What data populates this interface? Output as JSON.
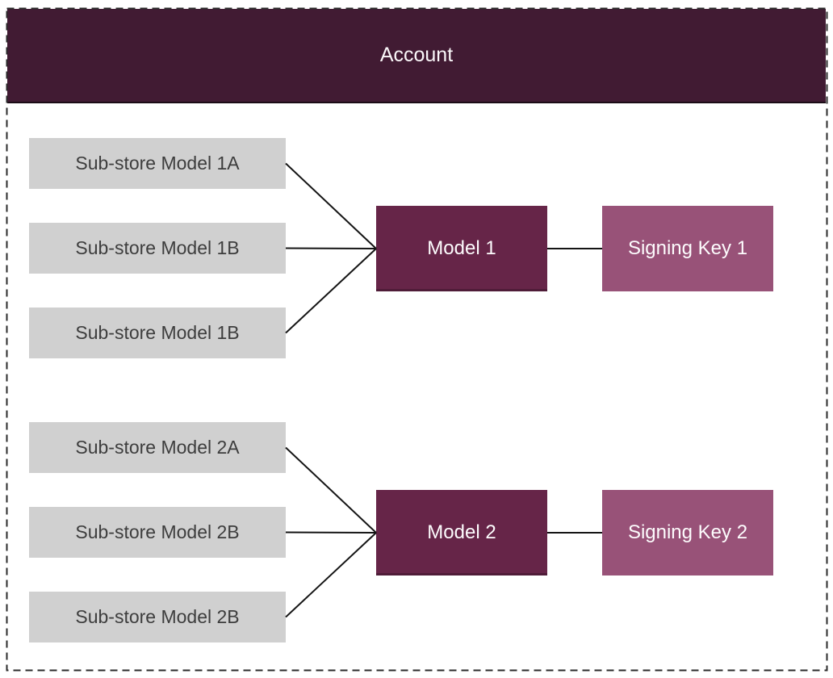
{
  "header": {
    "title": "Account"
  },
  "groups": [
    {
      "substores": [
        "Sub-store Model 1A",
        "Sub-store Model 1B",
        "Sub-store Model 1B"
      ],
      "model": "Model 1",
      "signing_key": "Signing Key 1"
    },
    {
      "substores": [
        "Sub-store Model 2A",
        "Sub-store Model 2B",
        "Sub-store Model 2B"
      ],
      "model": "Model 2",
      "signing_key": "Signing Key 2"
    }
  ],
  "connections": [
    {
      "from": "Sub-store Model 1A",
      "to": "Model 1"
    },
    {
      "from": "Sub-store Model 1B",
      "to": "Model 1"
    },
    {
      "from": "Sub-store Model 1B",
      "to": "Model 1"
    },
    {
      "from": "Model 1",
      "to": "Signing Key 1"
    },
    {
      "from": "Sub-store Model 2A",
      "to": "Model 2"
    },
    {
      "from": "Sub-store Model 2B",
      "to": "Model 2"
    },
    {
      "from": "Sub-store Model 2B",
      "to": "Model 2"
    },
    {
      "from": "Model 2",
      "to": "Signing Key 2"
    }
  ],
  "colors": {
    "header_bg": "#411b33",
    "model_bg": "#662548",
    "signing_key_bg": "#985278",
    "substore_bg": "#d0d0d0",
    "substore_text": "#3d3d3d",
    "node_text": "#fdfcfd",
    "connector_line": "#141414",
    "dashed_border": "#2b2b2b"
  }
}
